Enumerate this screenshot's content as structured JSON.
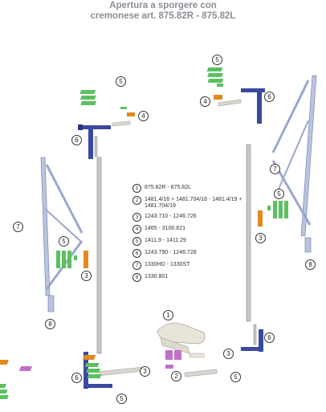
{
  "title": {
    "line1": "Apertura a sporgere con",
    "line2": "cremonese art. 875.82R - 875.82L"
  },
  "legend": [
    {
      "num": "1",
      "text": "875.82R - 875.82L"
    },
    {
      "num": "2",
      "text": "1481.4/16 + 1481.704/16 - 1481.4/19 + 1481.704/19"
    },
    {
      "num": "3",
      "text": "1243.710 - 1246.726"
    },
    {
      "num": "4",
      "text": "1465 - 3100.821"
    },
    {
      "num": "5",
      "text": "1411.9 - 1411.29"
    },
    {
      "num": "6",
      "text": "1243.790 - 1246.728"
    },
    {
      "num": "7",
      "text": "1330HD - 1330ST"
    },
    {
      "num": "8",
      "text": "1330.801"
    }
  ],
  "callouts": {
    "c5_top_left": "5",
    "c4_top_left": "4",
    "c6_top_left": "6",
    "c5_top_right": "5",
    "c4_top_right": "4",
    "c6_top_right": "6",
    "c7_left": "7",
    "c5_left": "5",
    "c3_left": "3",
    "c8_left": "8",
    "c7_right": "7",
    "c5_right": "5",
    "c3_right": "3",
    "c8_right": "8",
    "c1_handle": "1",
    "c2_bottom": "2",
    "c3_bottom_left": "3",
    "c3_bottom_right": "3",
    "c5_bottom_left": "5",
    "c5_bottom_right": "5",
    "c6_bottom_left": "6",
    "c6_bottom_right": "6"
  },
  "colors": {
    "title": "#8a8f96",
    "rod": "#c8c8c0",
    "corner": "#3a4aa0",
    "green": "#5cc060",
    "orange": "#e08a20",
    "purple": "#c070c8",
    "stay": "#b8c4e0",
    "handle": "#e8e4da"
  }
}
